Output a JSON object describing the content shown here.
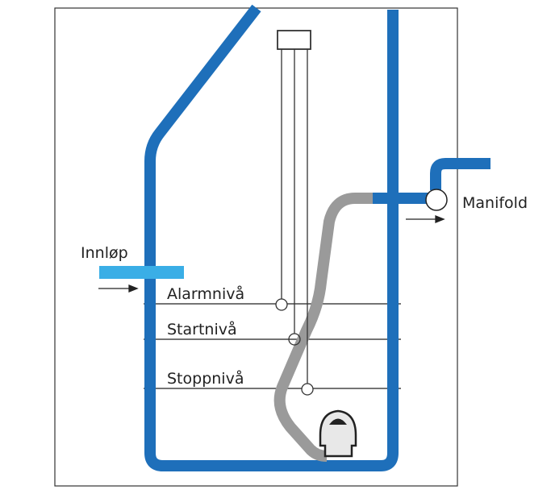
{
  "labels": {
    "inlet": "Innløp",
    "alarm": "Alarmnivå",
    "start": "Startnivå",
    "stop": "Stoppnivå",
    "manifold": "Manifold"
  },
  "colors": {
    "pipe": "#1e6fba",
    "inlet": "#3aaee6",
    "hose": "#9a9a9a",
    "pump": "#e8e8e8"
  }
}
